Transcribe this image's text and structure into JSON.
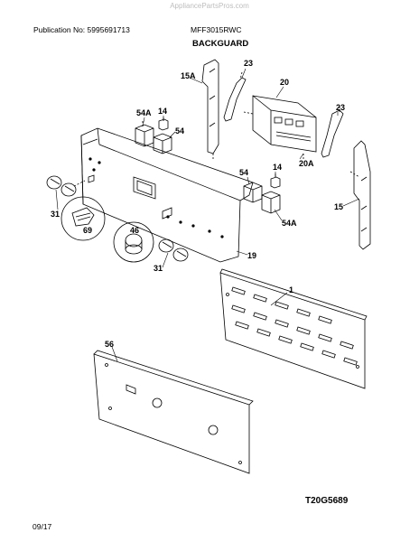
{
  "watermark": "AppliancePartsPros.com",
  "header": {
    "publication": "Publication No: 5995691713",
    "model": "MFF3015RWC",
    "section_title": "BACKGUARD"
  },
  "footer": {
    "figure_code": "T20G5689",
    "date": "09/17"
  },
  "callouts": {
    "c15A": "15A",
    "c23a": "23",
    "c20": "20",
    "c23b": "23",
    "c54A_top": "54A",
    "c14_top": "14",
    "c54_top": "54",
    "c20A": "20A",
    "c54_mid": "54",
    "c14_mid": "14",
    "c15": "15",
    "c54A_mid": "54A",
    "c31_left": "31",
    "c69": "69",
    "c46": "46",
    "c19": "19",
    "c31_bottom": "31",
    "c1": "1",
    "c56": "56"
  },
  "colors": {
    "line": "#000000",
    "watermark": "#bdbdbd",
    "background": "#ffffff"
  }
}
